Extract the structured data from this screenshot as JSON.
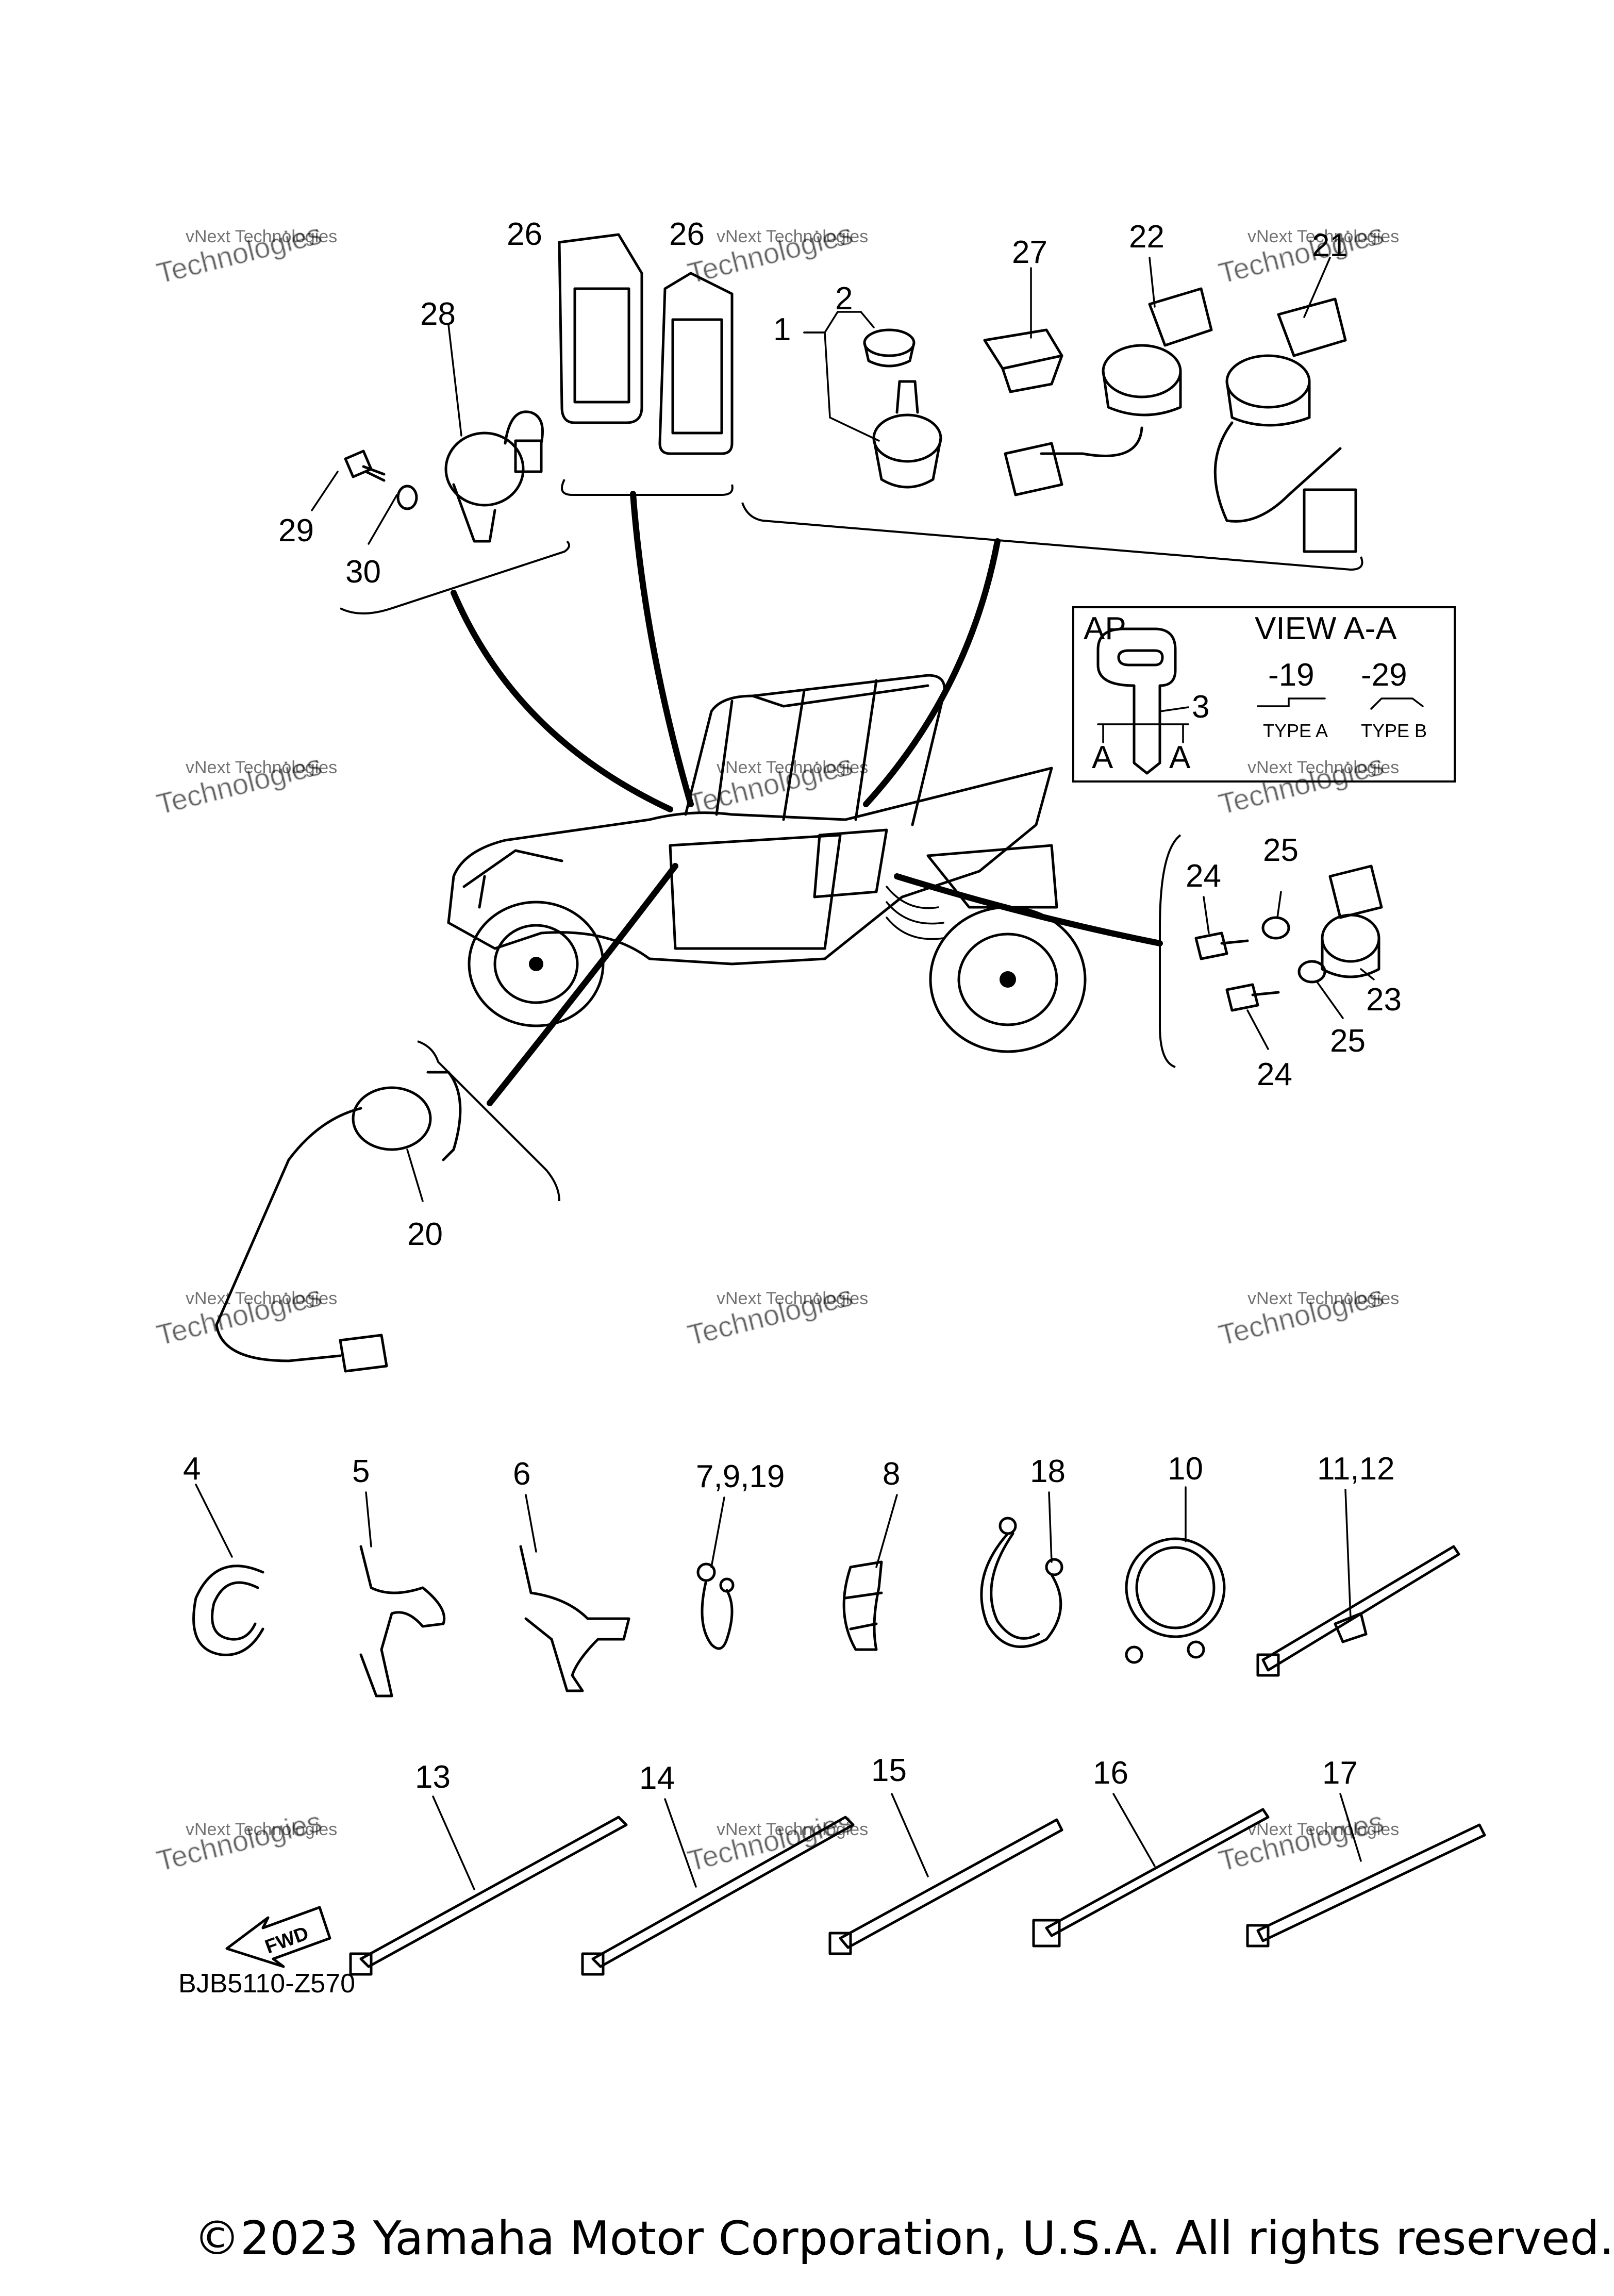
{
  "diagram": {
    "code": "BJB5110-Z570",
    "copyright": "©2023 Yamaha Motor Corporation, U.S.A. All rights reserved.",
    "watermark_line1": "vNext Technologies",
    "watermark_line2": "Technologies",
    "fwd_label": "FWD"
  },
  "key_detail": {
    "ap_label": "AP",
    "view_label": "VIEW A-A",
    "section_mark": "A",
    "callout": "3",
    "type_a_code": "-19",
    "type_a_label": "TYPE A",
    "type_b_code": "-29",
    "type_b_label": "TYPE B"
  },
  "callouts": {
    "c1": "1",
    "c2": "2",
    "c20": "20",
    "c21": "21",
    "c22": "22",
    "c23": "23",
    "c24a": "24",
    "c24b": "24",
    "c25a": "25",
    "c25b": "25",
    "c26a": "26",
    "c26b": "26",
    "c27": "27",
    "c28": "28",
    "c29": "29",
    "c30": "30",
    "c4": "4",
    "c5": "5",
    "c6": "6",
    "c7_9_19": "7,9,19",
    "c8": "8",
    "c18": "18",
    "c10": "10",
    "c11_12": "11,12",
    "c13": "13",
    "c14": "14",
    "c15": "15",
    "c16": "16",
    "c17": "17"
  }
}
